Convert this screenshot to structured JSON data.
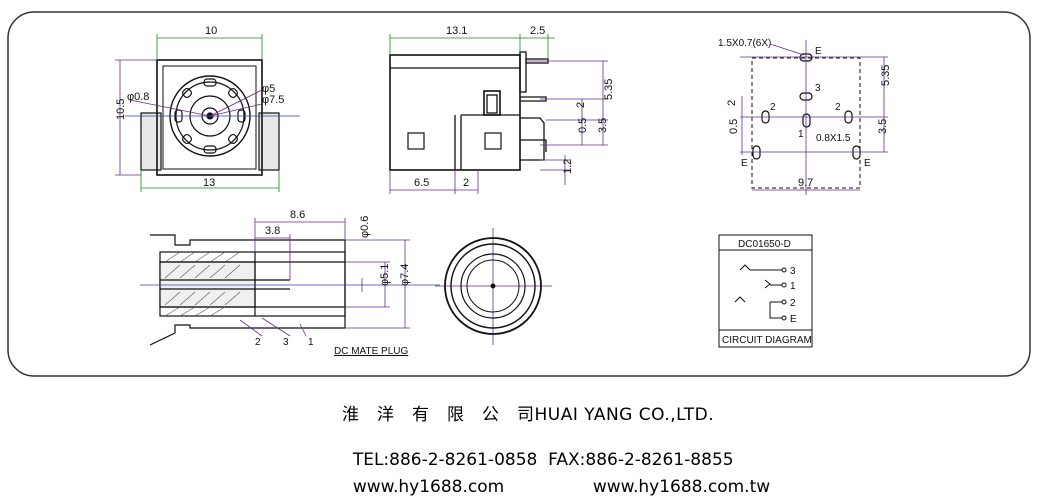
{
  "top_left_view": {
    "width_top": "10",
    "width_bottom": "13",
    "height_left": "10.5",
    "phi_small": "φ0.8",
    "phi_mid": "φ5",
    "phi_big": "φ7.5"
  },
  "top_mid_view": {
    "len_main": "13.1",
    "len_tail": "2.5",
    "h_535": "5.35",
    "h_2": "2",
    "h_05": "0.5",
    "h_35": "3.5",
    "h_12": "1.2",
    "bottom_65": "6.5",
    "bottom_2": "2"
  },
  "top_right_view": {
    "slot_note": "1.5X0.7(6X)",
    "pin_note": "0.8X1.5",
    "pin_3": "3",
    "pin_2a": "2",
    "pin_2b": "2",
    "pin_1": "1",
    "pin_e_top": "E",
    "pin_e_left": "E",
    "pin_e_right": "E",
    "left_2": "2",
    "left_05": "0.5",
    "right_535": "5.35",
    "right_35": "3.5",
    "bottom_97": "9.7"
  },
  "plug_view": {
    "len_86": "8.6",
    "len_38": "3.8",
    "phi_06": "φ0.6",
    "phi_51": "φ5.1",
    "phi_74": "φ7.4",
    "call_2": "2",
    "call_3": "3",
    "call_1": "1",
    "caption": "DC MATE PLUG"
  },
  "circuit": {
    "part_no": "DC01650-D",
    "pins": [
      "3",
      "1",
      "2",
      "E"
    ],
    "caption": "CIRCUIT DIAGRAM"
  },
  "footer": {
    "company": "淮　洋　有　限　公　司HUAI YANG CO.,LTD.",
    "tel": "TEL:886-2-8261-0858",
    "fax": "FAX:886-2-8261-8855",
    "web1": "www.hy1688.com",
    "web2": "www.hy1688.com.tw"
  }
}
